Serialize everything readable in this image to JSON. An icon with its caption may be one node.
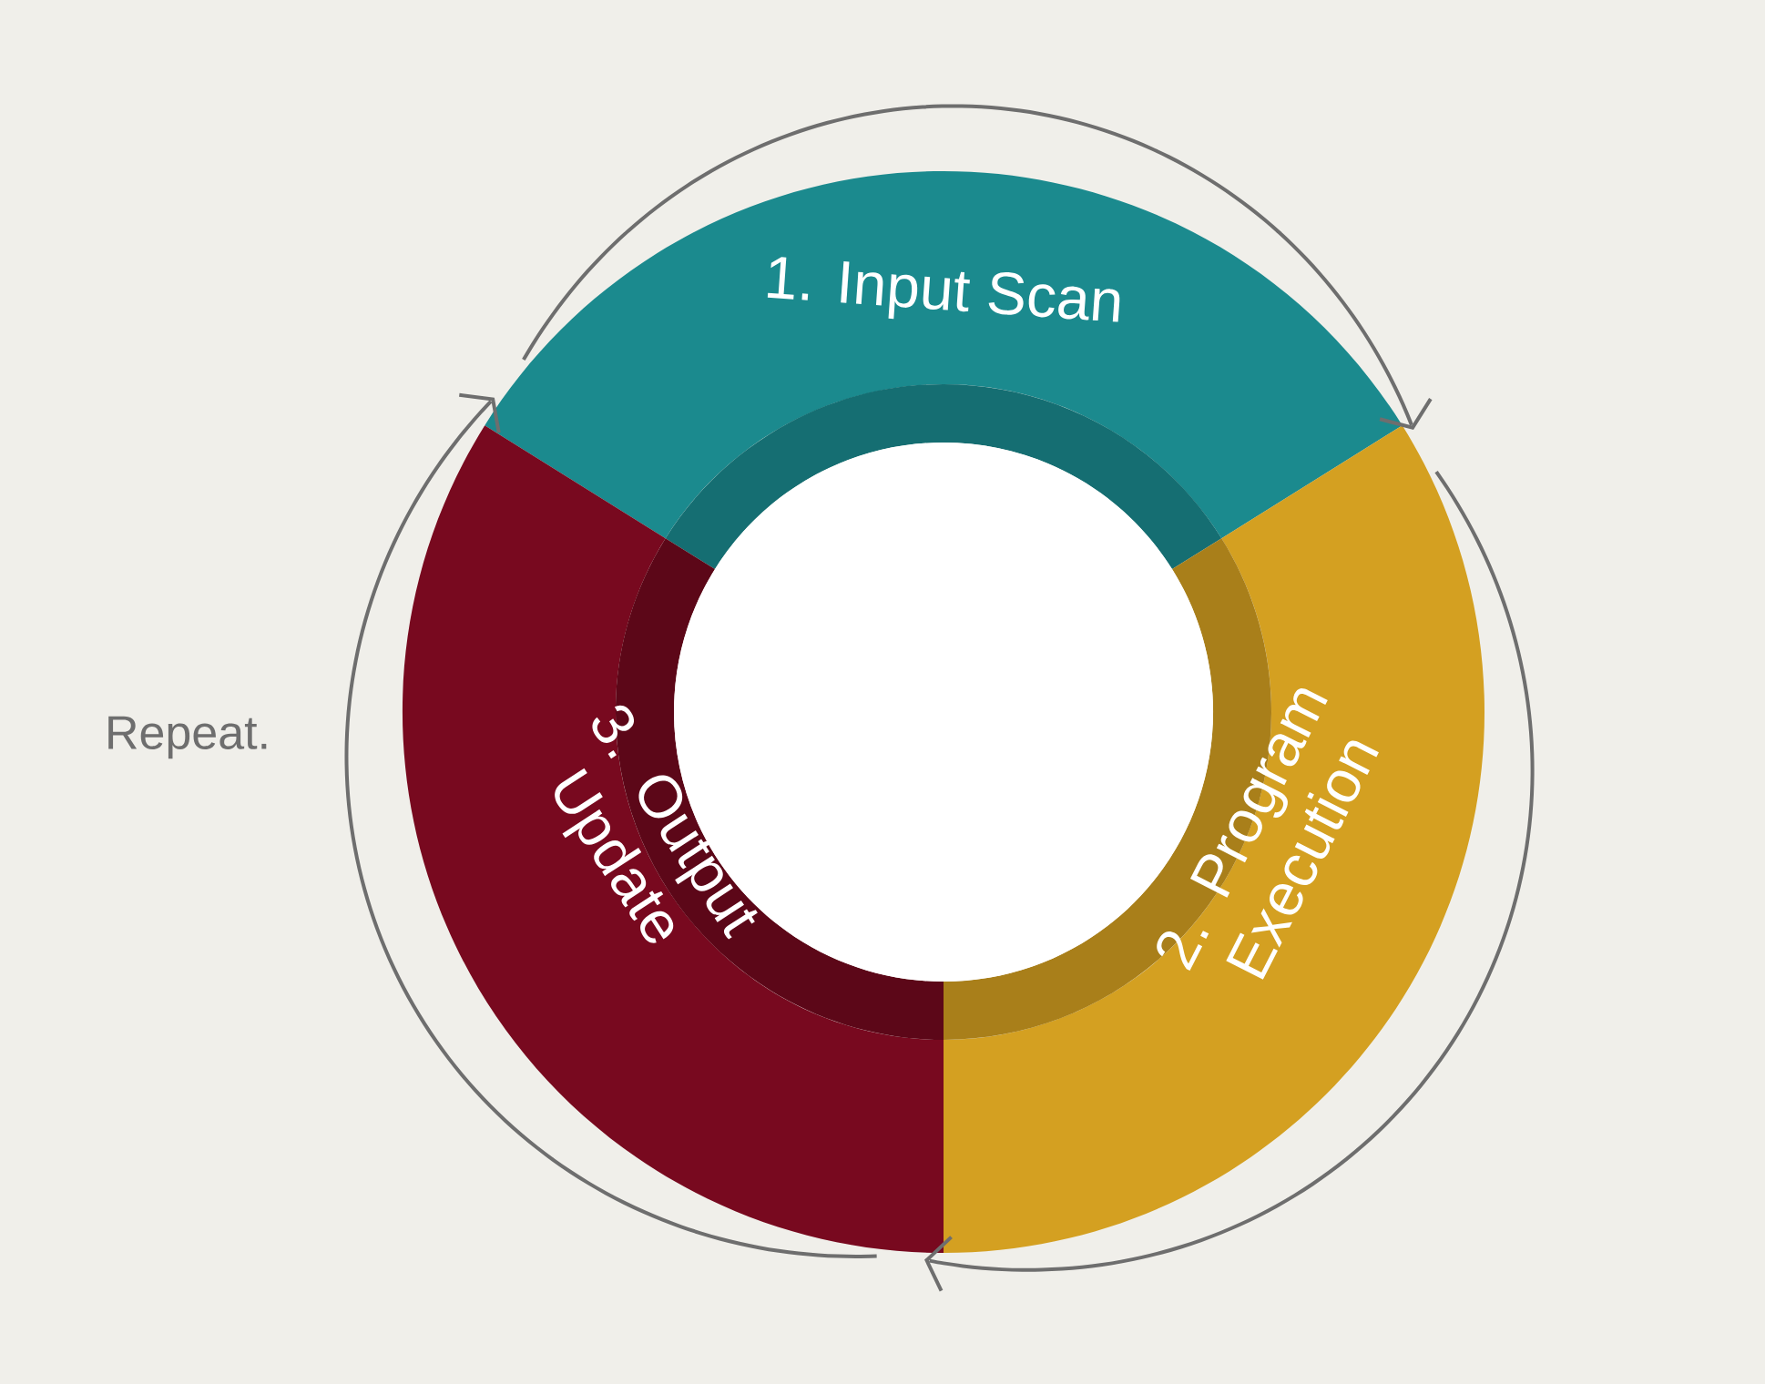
{
  "diagram": {
    "nodes": [
      {
        "text": [
          "1. Input Scan"
        ]
      },
      {
        "text": [
          "2. Program Execution"
        ]
      },
      {
        "text": [
          "3. Output Update"
        ]
      },
      {
        "text": [],
        "shape": "circle"
      }
    ],
    "edges": [
      {
        "from": 0,
        "to": 1,
        "arrow": "to"
      },
      {
        "from": 1,
        "to": 2,
        "arrow": "to"
      },
      {
        "from": 2,
        "to": 0,
        "arrow": "to"
      }
    ],
    "labels": [
      "Repeat."
    ]
  }
}
